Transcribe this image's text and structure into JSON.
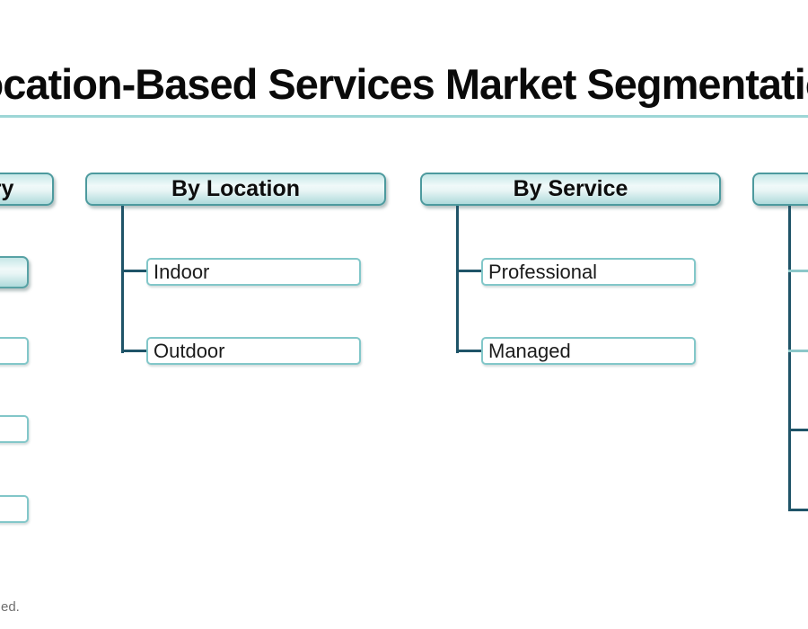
{
  "title": "Location-Based Services Market Segmentation",
  "footer_note": "ed.",
  "colors": {
    "divider": "#9dd6d6",
    "connector_dark": "#1f5468",
    "connector_light": "#8cc7c9",
    "header_border": "#4d9a9e",
    "header_gradient_top": "#c6e7e7",
    "header_gradient_middle": "#f0f9f9",
    "header_gradient_bottom": "#aedadb",
    "child_box_border": "#82c7c9",
    "child_box_fill": "#ffffff"
  },
  "diagram": {
    "columns": [
      {
        "header_label": "By End-Use Industry",
        "children": [
          {
            "label": ""
          },
          {
            "label": ""
          },
          {
            "label": ""
          },
          {
            "label": ""
          }
        ]
      },
      {
        "header_label": "By Location",
        "children": [
          {
            "label": "Indoor"
          },
          {
            "label": "Outdoor"
          }
        ]
      },
      {
        "header_label": "By Service",
        "children": [
          {
            "label": "Professional"
          },
          {
            "label": "Managed"
          }
        ]
      },
      {
        "header_label": "",
        "children": [
          {
            "label": ""
          },
          {
            "label": ""
          },
          {
            "label": ""
          },
          {
            "label": ""
          }
        ]
      }
    ]
  }
}
